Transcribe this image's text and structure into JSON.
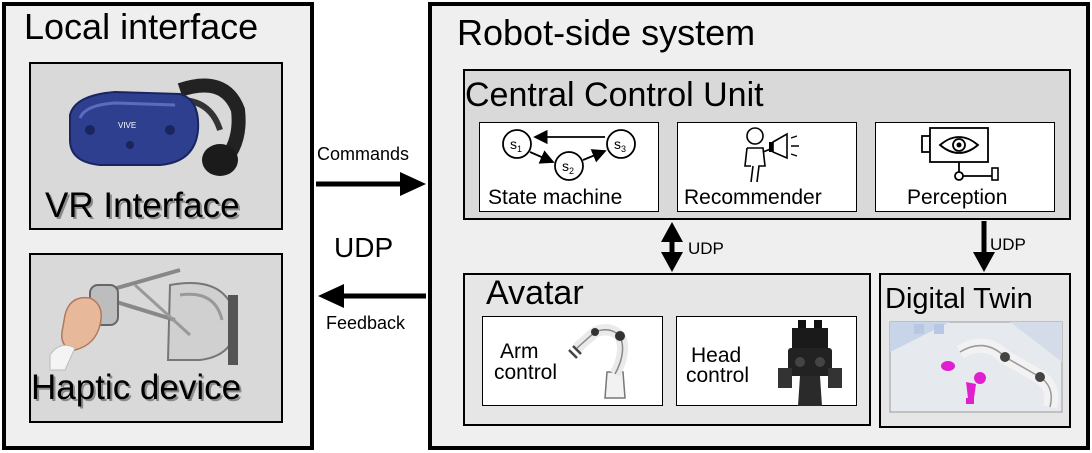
{
  "local_interface": {
    "title": "Local interface",
    "vr_label": "VR Interface",
    "vr_brand": "VIVE",
    "haptic_label": "Haptic device"
  },
  "robot_side": {
    "title": "Robot-side system",
    "ccu": {
      "title": "Central Control Unit",
      "state_machine": {
        "label": "State machine",
        "states": [
          "s",
          "s",
          "s"
        ],
        "subscripts": [
          "1",
          "2",
          "3"
        ]
      },
      "recommender": {
        "label": "Recommender"
      },
      "perception": {
        "label": "Perception"
      }
    },
    "avatar": {
      "title": "Avatar",
      "arm_line1": "Arm",
      "arm_line2": "control",
      "head_line1": "Head",
      "head_line2": "control"
    },
    "digital_twin": {
      "title": "Digital Twin"
    }
  },
  "links": {
    "commands": "Commands",
    "udp_main": "UDP",
    "feedback": "Feedback",
    "udp_ccu_avatar": "UDP",
    "udp_ccu_twin": "UDP"
  },
  "colors": {
    "vive_blue": "#2f3f8f",
    "twin_magenta": "#e020d0"
  }
}
